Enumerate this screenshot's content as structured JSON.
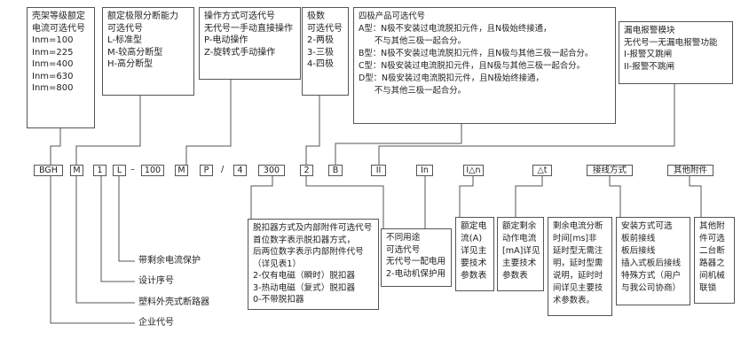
{
  "top_boxes": {
    "frame_rating": "壳架等级额定\n电流可选代号\nInm=100\nInm=225\nInm=400\nInm=630\nInm=800",
    "breaking_capacity": "额定极限分断能力\n可选代号\nL-标准型\nM-较高分断型\nH-高分断型",
    "operation_mode": "操作方式可选代号\n无代号一手动直接操作\nP-电动操作\nZ-旋转式手动操作",
    "poles": "极数\n可选代号\n2-两极\n3-三极\n4-四极",
    "four_pole": "四极产品可选代号\nA型：N极不安装过电流脱扣元件，且N极始终接通，\n      不与其他三极一起合分。\nB型：N极不安装过电流脱扣元件，且N极与其他三极一起合分。\nC型：N极安装过电流脱扣元件，且N极与其他三极一起合分。\nD型：N极安装过电流脱扣元件，且N极始终接通，\n      不与其他三极一起合分。",
    "leakage_module": "漏电报警模块\n无代号一无漏电报警功能\nI-报警又跳闸\nII-报警不跳闸"
  },
  "codes": {
    "c1": "BGH",
    "c2": "M",
    "c3": "1",
    "c4": "L",
    "dash": "–",
    "c5": "100",
    "c6": "M",
    "c7": "P",
    "slash": "/",
    "c8": "4",
    "c9": "300",
    "c10": "2",
    "c11": "B",
    "c12": "II",
    "c13": "In",
    "c14": "I△n",
    "c15": "△t",
    "c16": "接线方式",
    "c17": "其他附件"
  },
  "left_labels": {
    "residual": "带剩余电流保护",
    "design_no": "设计序号",
    "mccb": "塑料外壳式断路器",
    "company": "企业代号"
  },
  "bottom_boxes": {
    "release": "脱扣器方式及内部附件可选代号\n首位数字表示脱扣器方式，\n后两位数字表示内部附件代号\n（详见表1）\n2-仅有电磁（瞬时）脱扣器\n3-热动电磁（复式）脱扣器\n0-不带脱扣器",
    "usage": "不同用途\n可选代号\n无代号一配电用\n2-电动机保护用",
    "rated_current": "额定电\n流(A)\n详见主\n要技术\n参数表",
    "rated_residual": "额定剩余\n动作电流\n[mA]详见\n主要技术\n参数表",
    "delay": "剩余电流分断\n时间[ms]非\n延时型无需注\n明，延时型需\n说明，延时时\n间详见主要技\n术参数表。",
    "install": "安装方式可选\n板前接线\n板后接线\n插入式板后接线\n特殊方式（用户\n与我公司协商）",
    "other": "其他附\n件可选\n二台断\n路器之\n间机械\n联锁"
  }
}
